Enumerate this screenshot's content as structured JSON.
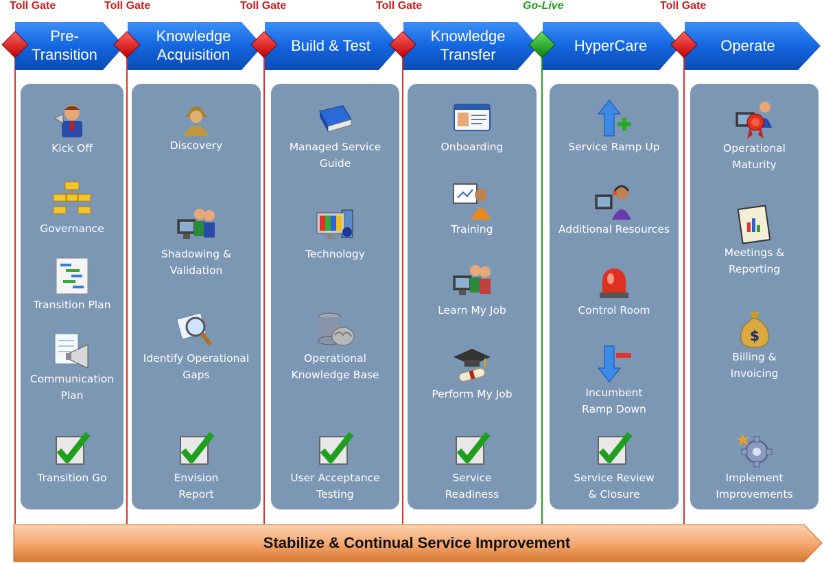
{
  "gates": [
    {
      "label": "Toll Gate",
      "kind": "toll"
    },
    {
      "label": "Toll Gate",
      "kind": "toll"
    },
    {
      "label": "Toll Gate",
      "kind": "toll"
    },
    {
      "label": "Toll Gate",
      "kind": "toll"
    },
    {
      "label": "Go-Live",
      "kind": "golive"
    },
    {
      "label": "Toll Gate",
      "kind": "toll"
    }
  ],
  "colors": {
    "toll_gate": "#d01818",
    "go_live": "#18a018",
    "phase_header": "#1a6ee6",
    "panel": "#7c97b4",
    "bottom_bar": "#f4a46a"
  },
  "phases": [
    {
      "title": "Pre-\nTransition",
      "items": [
        {
          "label": "Kick Off",
          "icon": "presenter-megaphone-icon"
        },
        {
          "label": "Governance",
          "icon": "org-chart-icon"
        },
        {
          "label": "Transition Plan",
          "icon": "gantt-chart-icon"
        },
        {
          "label": "Communication\nPlan",
          "icon": "document-megaphone-icon"
        },
        {
          "label": "Transition Go",
          "icon": "checkmark-icon"
        }
      ]
    },
    {
      "title": "Knowledge\nAcquisition",
      "items": [
        {
          "label": "Discovery",
          "icon": "detective-icon"
        },
        {
          "label": "Shadowing &\nValidation",
          "icon": "two-users-computer-icon"
        },
        {
          "label": "Identify Operational\nGaps",
          "icon": "magnifier-document-icon"
        },
        {
          "label": "Envision\nReport",
          "icon": "checkmark-icon"
        }
      ]
    },
    {
      "title": "Build & Test",
      "items": [
        {
          "label": "Managed Service\nGuide",
          "icon": "book-icon"
        },
        {
          "label": "Technology",
          "icon": "monitor-server-icon"
        },
        {
          "label": "Operational\nKnowledge Base",
          "icon": "database-brain-icon"
        },
        {
          "label": "User Acceptance\nTesting",
          "icon": "checkmark-icon"
        }
      ]
    },
    {
      "title": "Knowledge\nTransfer",
      "items": [
        {
          "label": "Onboarding",
          "icon": "id-card-icon"
        },
        {
          "label": "Training",
          "icon": "teacher-board-icon"
        },
        {
          "label": "Learn My Job",
          "icon": "two-users-computer-icon"
        },
        {
          "label": "Perform My Job",
          "icon": "graduation-cap-icon"
        },
        {
          "label": "Service\nReadiness",
          "icon": "checkmark-icon"
        }
      ]
    },
    {
      "title": "HyperCare",
      "items": [
        {
          "label": "Service Ramp Up",
          "icon": "arrow-up-plus-icon"
        },
        {
          "label": "Additional Resources",
          "icon": "headset-agent-icon"
        },
        {
          "label": "Control Room",
          "icon": "siren-light-icon"
        },
        {
          "label": "Incumbent\nRamp Down",
          "icon": "arrow-down-minus-icon"
        },
        {
          "label": "Service Review\n& Closure",
          "icon": "checkmark-icon"
        }
      ]
    },
    {
      "title": "Operate",
      "items": [
        {
          "label": "Operational\nMaturity",
          "icon": "award-ribbon-icon"
        },
        {
          "label": "Meetings &\nReporting",
          "icon": "report-chart-icon"
        },
        {
          "label": "Billing &\nInvoicing",
          "icon": "money-bag-icon"
        },
        {
          "label": "Implement\nImprovements",
          "icon": "gear-icon"
        }
      ]
    }
  ],
  "bottom_bar": {
    "label": "Stabilize & Continual Service Improvement"
  }
}
